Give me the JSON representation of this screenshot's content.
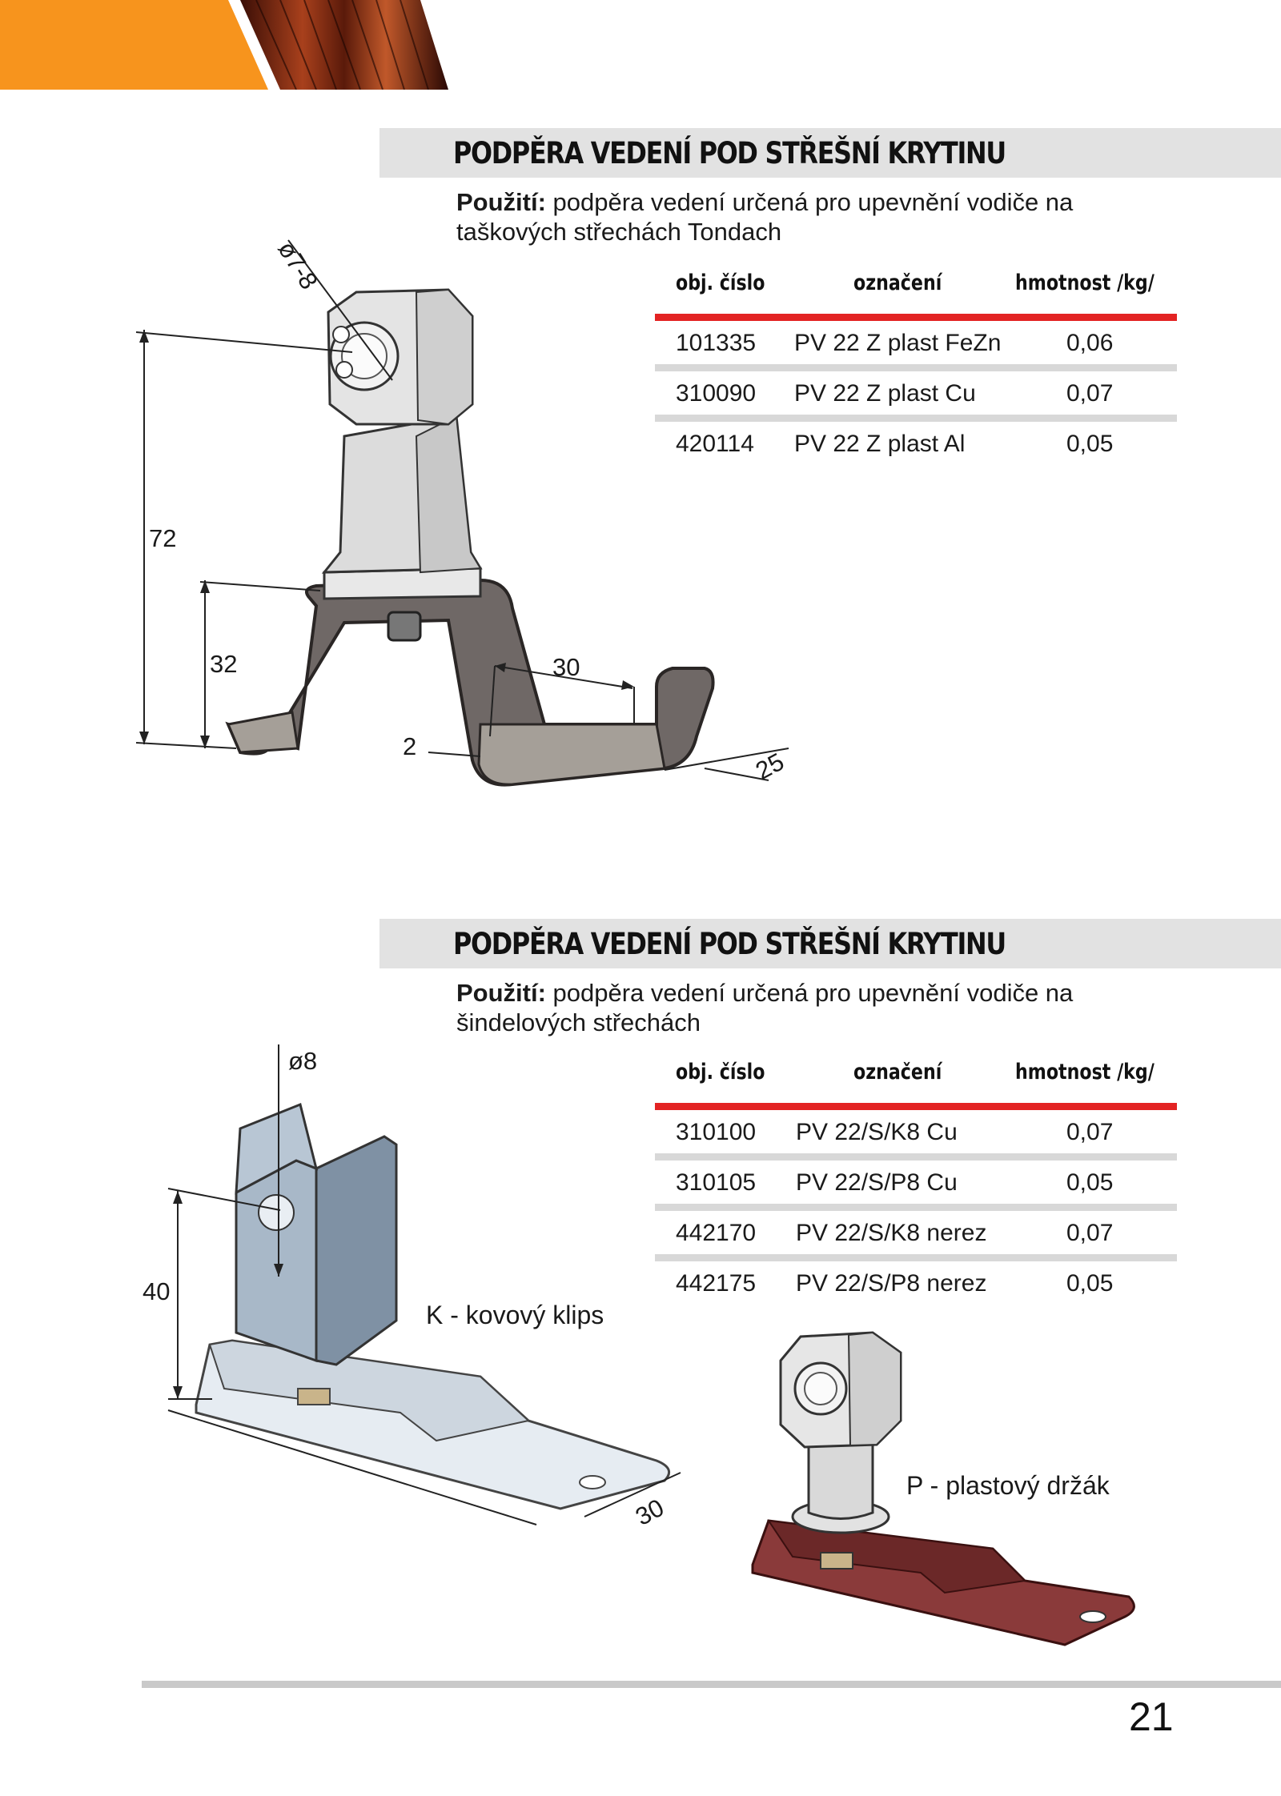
{
  "section1": {
    "title": "PODPĚRA VEDENÍ POD STŘEŠNÍ KRYTINU",
    "usage_label": "Použití:",
    "usage_text": " podpěra vedení určená pro upevnění vodiče na",
    "usage_text2": "taškových střechách Tondach",
    "headers": [
      "obj. číslo",
      "označení",
      "hmotnost /kg/"
    ],
    "rows": [
      {
        "code": "101335",
        "name": "PV 22 Z plast FeZn",
        "weight": "0,06"
      },
      {
        "code": "310090",
        "name": "PV 22 Z plast Cu",
        "weight": "0,07"
      },
      {
        "code": "420114",
        "name": "PV 22 Z plast Al",
        "weight": "0,05"
      }
    ],
    "dims": {
      "diameter": "ø7-8",
      "height": "72",
      "foot_height": "32",
      "width": "30",
      "thickness": "2",
      "depth": "25"
    }
  },
  "section2": {
    "title": "PODPĚRA VEDENÍ POD STŘEŠNÍ KRYTINU",
    "usage_label": "Použití:",
    "usage_text": " podpěra vedení určená pro upevnění vodiče na",
    "usage_text2": "šindelových střechách",
    "headers": [
      "obj. číslo",
      "označení",
      "hmotnost /kg/"
    ],
    "rows": [
      {
        "code": "310100",
        "name": "PV 22/S/K8 Cu",
        "weight": "0,07"
      },
      {
        "code": "310105",
        "name": "PV 22/S/P8 Cu",
        "weight": "0,05"
      },
      {
        "code": "442170",
        "name": "PV 22/S/K8 nerez",
        "weight": "0,07"
      },
      {
        "code": "442175",
        "name": "PV 22/S/P8 nerez",
        "weight": "0,05"
      }
    ],
    "dims": {
      "diameter": "ø8",
      "height": "40",
      "depth": "30"
    },
    "caption_k": "K - kovový klips",
    "caption_p": "P - plastový držák"
  },
  "page_number": "21",
  "colors": {
    "accent_orange": "#f7941d",
    "accent_red": "#e32323",
    "header_gray": "#e2e2e2"
  }
}
